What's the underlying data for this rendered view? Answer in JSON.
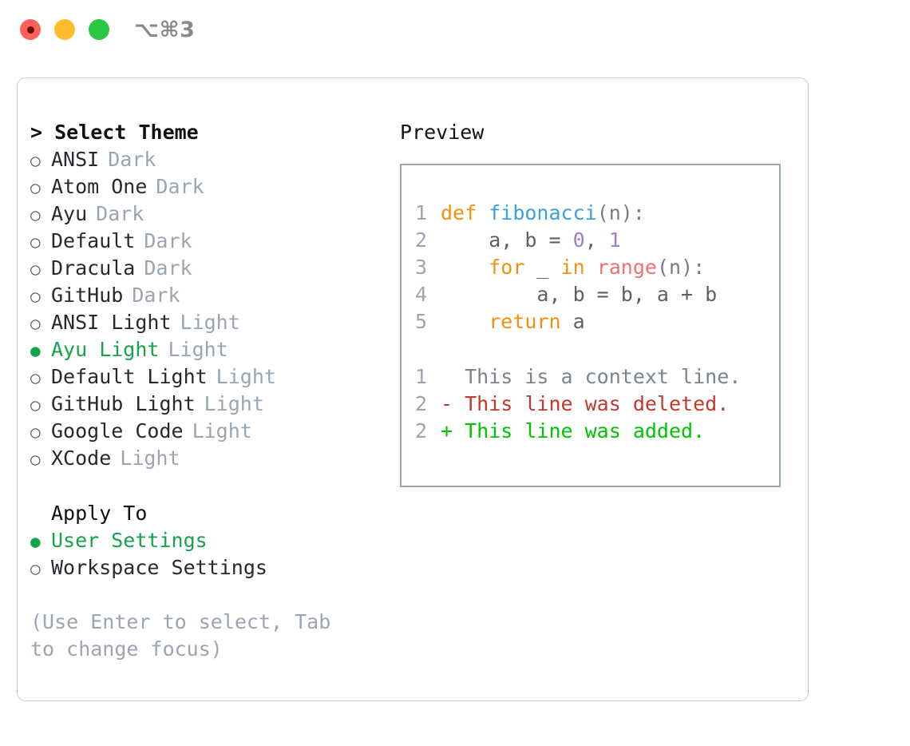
{
  "titlebar": {
    "shortcut": "⌥⌘3",
    "lights": [
      {
        "name": "close-button",
        "color": "#ff6059"
      },
      {
        "name": "minimize-button",
        "color": "#ffbd2e"
      },
      {
        "name": "maximize-button",
        "color": "#28c840"
      }
    ]
  },
  "left": {
    "heading": "> Select Theme",
    "themes": [
      {
        "bullet": "○",
        "label": "ANSI",
        "category": "Dark",
        "selected": false
      },
      {
        "bullet": "○",
        "label": "Atom One",
        "category": "Dark",
        "selected": false
      },
      {
        "bullet": "○",
        "label": "Ayu",
        "category": "Dark",
        "selected": false
      },
      {
        "bullet": "○",
        "label": "Default",
        "category": "Dark",
        "selected": false
      },
      {
        "bullet": "○",
        "label": "Dracula",
        "category": "Dark",
        "selected": false
      },
      {
        "bullet": "○",
        "label": "GitHub",
        "category": "Dark",
        "selected": false
      },
      {
        "bullet": "○",
        "label": "ANSI Light",
        "category": "Light",
        "selected": false
      },
      {
        "bullet": "●",
        "label": "Ayu Light",
        "category": "Light",
        "selected": true
      },
      {
        "bullet": "○",
        "label": "Default Light",
        "category": "Light",
        "selected": false
      },
      {
        "bullet": "○",
        "label": "GitHub Light",
        "category": "Light",
        "selected": false
      },
      {
        "bullet": "○",
        "label": "Google Code",
        "category": "Light",
        "selected": false
      },
      {
        "bullet": "○",
        "label": "XCode",
        "category": "Light",
        "selected": false
      }
    ],
    "apply_to_heading": "Apply To",
    "apply_to": [
      {
        "bullet": "●",
        "label": "User Settings",
        "selected": true
      },
      {
        "bullet": "○",
        "label": "Workspace Settings",
        "selected": false
      }
    ],
    "hint": "(Use Enter to select, Tab to change focus)"
  },
  "right": {
    "heading": "Preview",
    "code": [
      {
        "lineno": "1",
        "tokens": [
          {
            "t": "def",
            "c": "kw"
          },
          {
            "t": " ",
            "c": "ct"
          },
          {
            "t": "fibonacci",
            "c": "fn"
          },
          {
            "t": "(n):",
            "c": "pn"
          }
        ]
      },
      {
        "lineno": "2",
        "tokens": [
          {
            "t": "    a, b = ",
            "c": "ct"
          },
          {
            "t": "0",
            "c": "num"
          },
          {
            "t": ", ",
            "c": "ct"
          },
          {
            "t": "1",
            "c": "num"
          }
        ]
      },
      {
        "lineno": "3",
        "tokens": [
          {
            "t": "    ",
            "c": "ct"
          },
          {
            "t": "for",
            "c": "kw"
          },
          {
            "t": " _ ",
            "c": "ct"
          },
          {
            "t": "in",
            "c": "kw"
          },
          {
            "t": " ",
            "c": "ct"
          },
          {
            "t": "range",
            "c": "bi"
          },
          {
            "t": "(n):",
            "c": "pn"
          }
        ]
      },
      {
        "lineno": "4",
        "tokens": [
          {
            "t": "        a, b = b, a + b",
            "c": "ct"
          }
        ]
      },
      {
        "lineno": "5",
        "tokens": [
          {
            "t": "    ",
            "c": "ct"
          },
          {
            "t": "return",
            "c": "kw"
          },
          {
            "t": " a",
            "c": "ct"
          }
        ]
      }
    ],
    "diff": [
      {
        "lineno": "1",
        "marker": " ",
        "text": " This is a context line.",
        "kind": "d-ctx"
      },
      {
        "lineno": "2",
        "marker": "-",
        "text": " This line was deleted.",
        "kind": "d-del"
      },
      {
        "lineno": "2",
        "marker": "+",
        "text": " This line was added.",
        "kind": "d-add"
      }
    ]
  },
  "colors": {
    "accent_green": "#16a34a",
    "muted": "#9aa5b4",
    "keyword": "#f2900f",
    "function": "#36a3e0",
    "number": "#a37acc",
    "builtin": "#f07171",
    "diff_added": "#00c400",
    "diff_deleted": "#c0392b"
  }
}
